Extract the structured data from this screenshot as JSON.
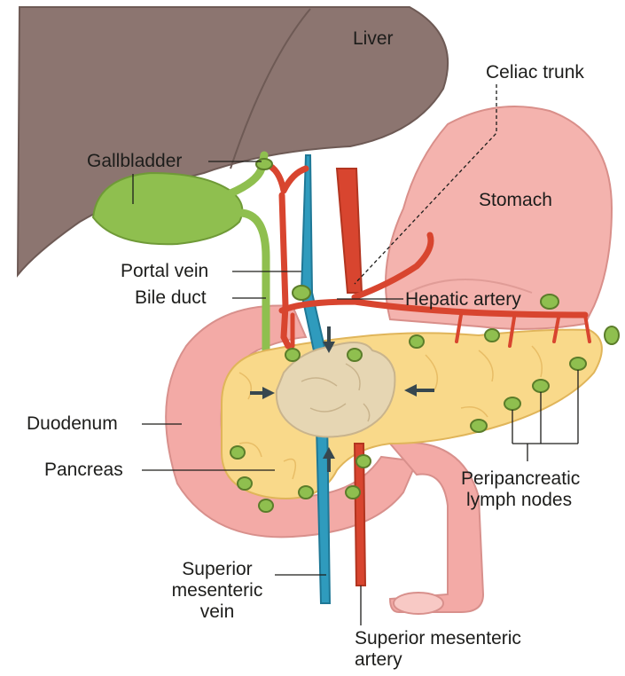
{
  "labels": {
    "liver": "Liver",
    "celiac_trunk": "Celiac trunk",
    "gallbladder": "Gallbladder",
    "stomach": "Stomach",
    "portal_vein": "Portal vein",
    "bile_duct": "Bile duct",
    "hepatic_artery": "Hepatic artery",
    "duodenum": "Duodenum",
    "pancreas": "Pancreas",
    "peripancreatic_lymph_nodes": [
      "Peripancreatic",
      "lymph nodes"
    ],
    "superior_mesenteric_vein": [
      "Superior",
      "mesenteric",
      "vein"
    ],
    "superior_mesenteric_artery": [
      "Superior mesenteric",
      "artery"
    ]
  },
  "colors": {
    "liver": "#8c7570",
    "stomach": "#f4b3ae",
    "duodenum": "#f3aaa6",
    "gallbladder": "#8fbf4f",
    "pancreas": "#f9d98a",
    "tumor": "#e6d6b3",
    "portal_vein": "#2f9bbd",
    "artery": "#d8452f",
    "lymph_node": "#8fbf4f",
    "arrow": "#37474f"
  }
}
